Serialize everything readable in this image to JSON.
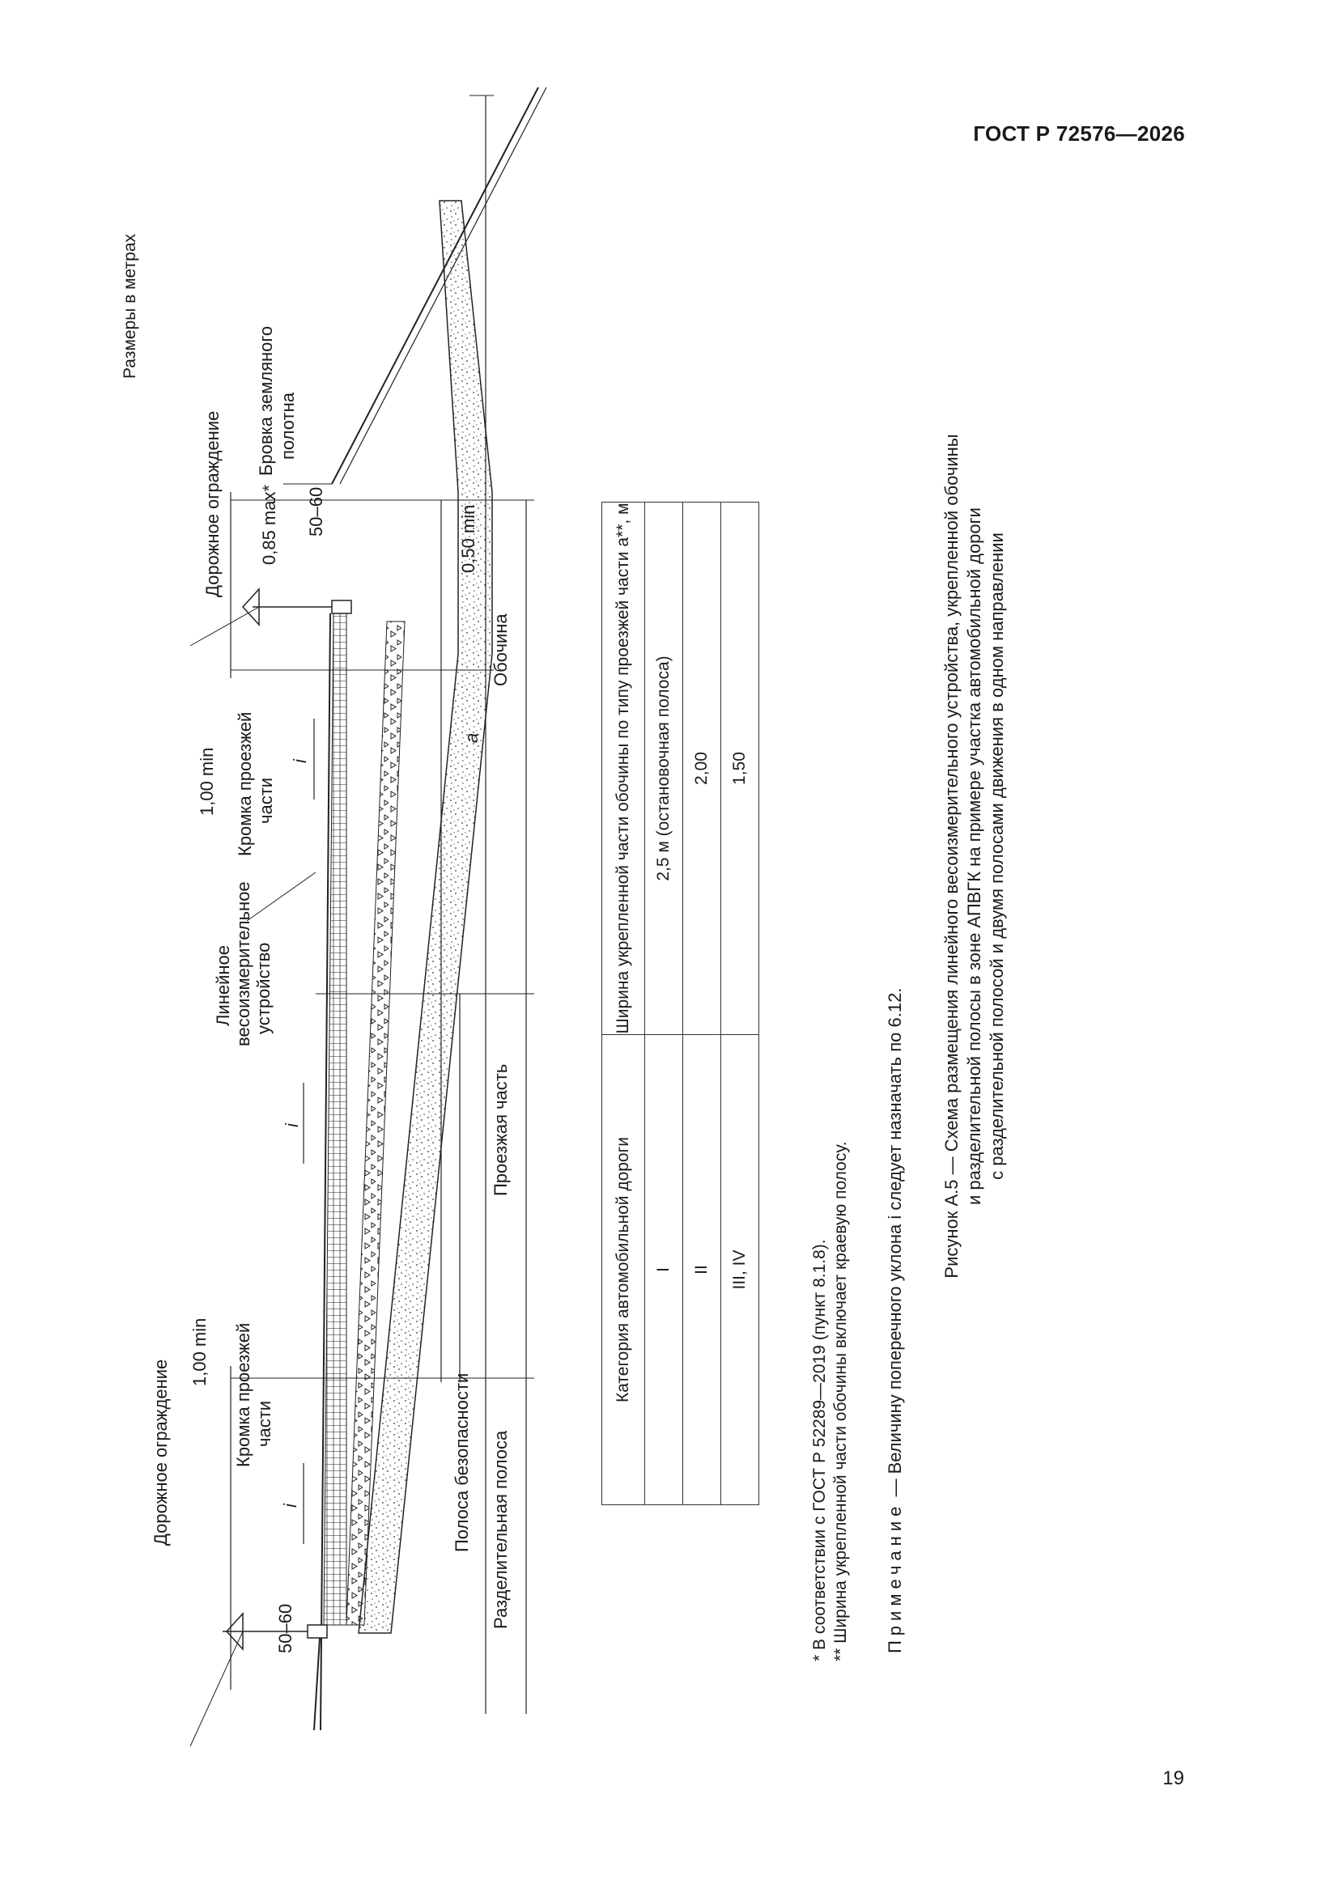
{
  "header": {
    "doc_id": "ГОСТ Р 72576—2026"
  },
  "page_number": "19",
  "figure": {
    "units_note": "Размеры в метрах",
    "labels": {
      "guardrail_left": "Дорожное ограждение",
      "guardrail_right": "Дорожное ограждение",
      "edge_left_1": "Кромка проезжей",
      "edge_left_2": "части",
      "edge_right_1": "Кромка проезжей",
      "edge_right_2": "части",
      "wim_1": "Линейное",
      "wim_2": "весоизмерительное",
      "wim_3": "устройство",
      "subgrade_1": "Бровка земляного",
      "subgrade_2": "полотна",
      "safety_strip": "Полоса безопасности",
      "median": "Разделительная полоса",
      "carriageway": "Проезжая часть",
      "shoulder": "Обочина",
      "slope_left": "i",
      "slope_mid": "i",
      "slope_right": "i",
      "width_a": "a"
    },
    "dimensions": {
      "left_post": "50–60",
      "left_min": "1,00 min",
      "right_min": "1,00 min",
      "max_085": "0,85 max*",
      "right_post": "50–60",
      "min_050": "0,50 min"
    }
  },
  "table": {
    "headers": [
      "Категория автомобильной дороги",
      "Ширина укрепленной части обочины по типу проезжей части a**, м"
    ],
    "rows": [
      [
        "I",
        "2,5 м (остановочная полоса)"
      ],
      [
        "II",
        "2,00"
      ],
      [
        "III, IV",
        "1,50"
      ]
    ]
  },
  "footnotes": {
    "f1": "* В соответствии с ГОСТ Р 52289—2019 (пункт 8.1.8).",
    "f2": "** Ширина укрепленной части обочины включает краевую полосу."
  },
  "note": {
    "label": "Примечание",
    "text": "— Величину поперечного уклона i следует назначать по 6.12."
  },
  "caption": {
    "line1": "Рисунок А.5 — Схема размещения линейного весоизмерительного устройства, укрепленной обочины",
    "line2": "и разделительной полосы в зоне АПВГК на примере участка автомобильной дороги",
    "line3": "с разделительной полосой и двумя полосами движения в одном направлении"
  }
}
